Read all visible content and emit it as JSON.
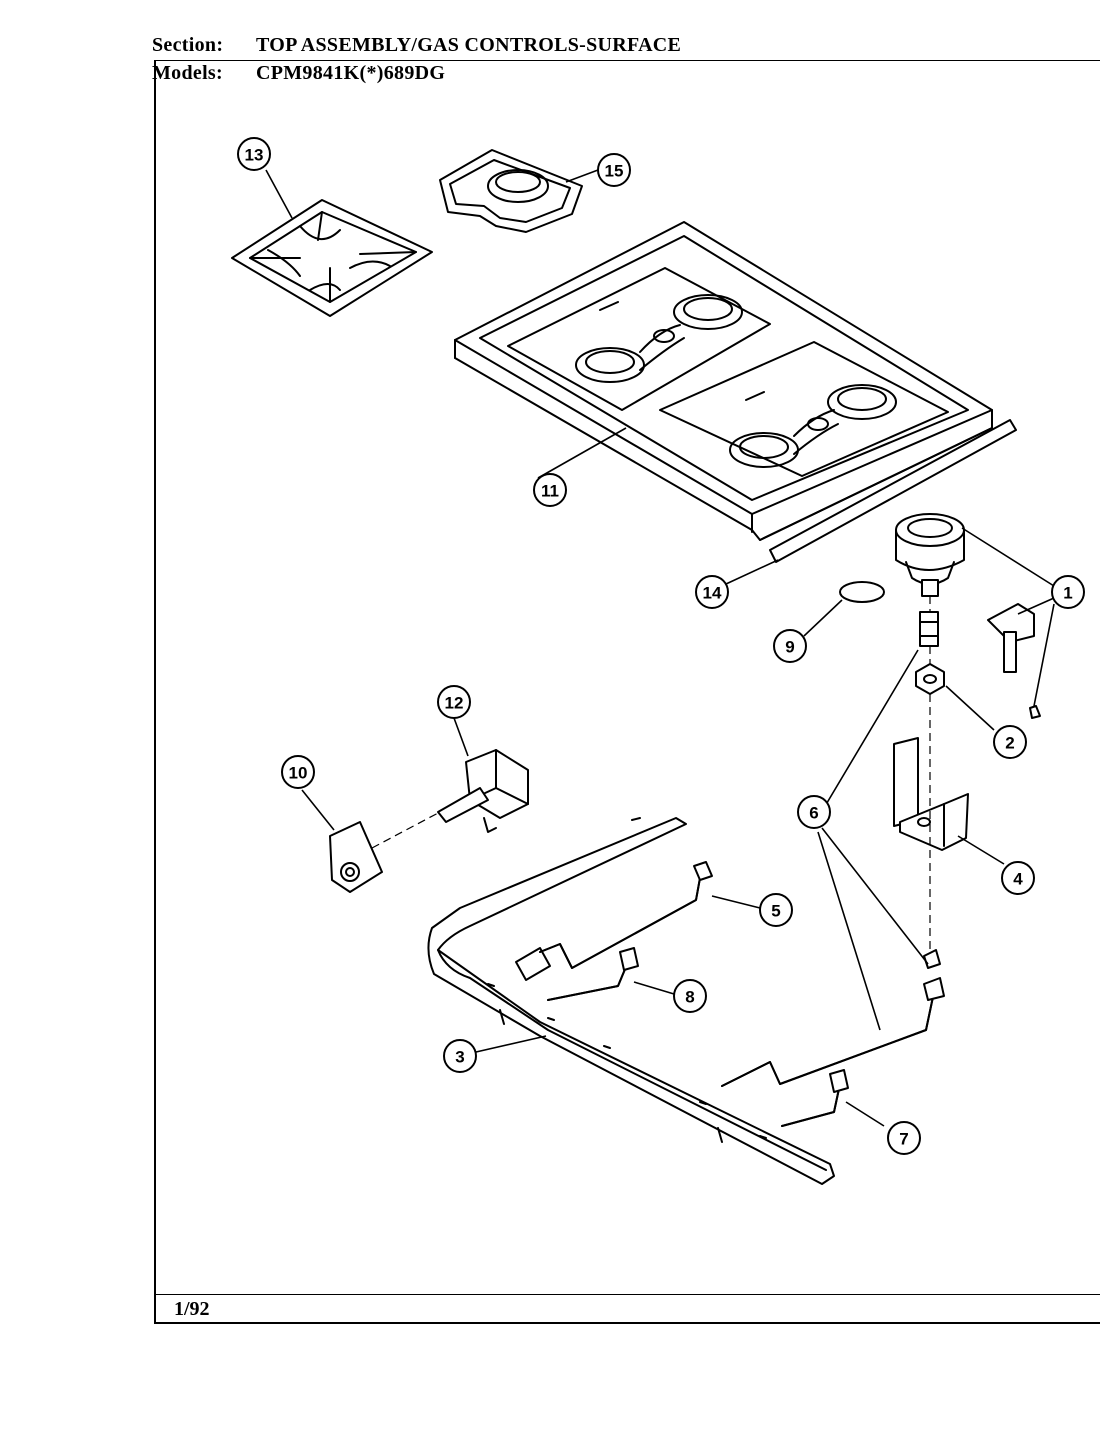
{
  "header": {
    "section_label": "Section:",
    "section_value": "TOP ASSEMBLY/GAS CONTROLS-SURFACE",
    "models_label": "Models:",
    "models_value": "CPM9841K(*)689DG"
  },
  "footer": {
    "date": "1/92"
  },
  "callouts": [
    "1",
    "2",
    "3",
    "4",
    "5",
    "6",
    "7",
    "8",
    "9",
    "10",
    "11",
    "12",
    "13",
    "14",
    "15"
  ]
}
